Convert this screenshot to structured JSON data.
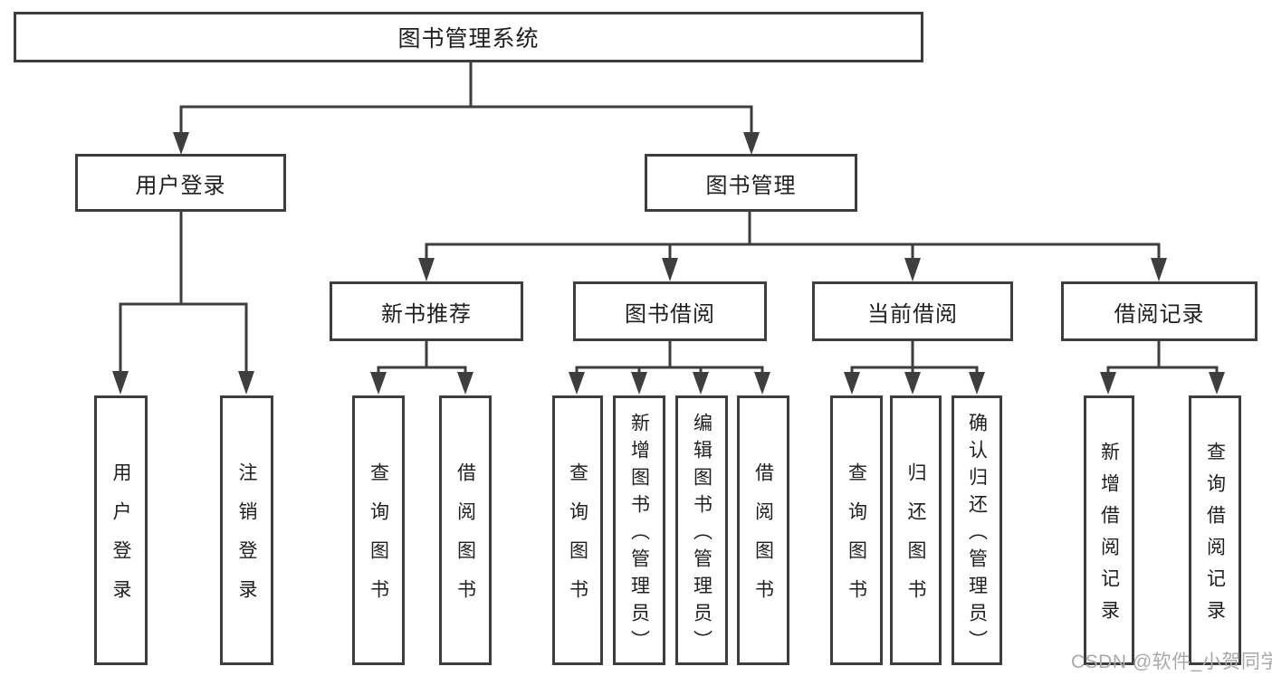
{
  "diagram": {
    "root": {
      "label": "图书管理系统"
    },
    "level2": {
      "user_login": {
        "label": "用户登录"
      },
      "book_mgmt": {
        "label": "图书管理"
      }
    },
    "level3": {
      "new_book": {
        "label": "新书推荐"
      },
      "book_borrow": {
        "label": "图书借阅"
      },
      "current_borrow": {
        "label": "当前借阅"
      },
      "borrow_record": {
        "label": "借阅记录"
      }
    },
    "leaves": {
      "user_login": {
        "label": "用户登录"
      },
      "logout": {
        "label": "注销登录"
      },
      "nb_query": {
        "label": "查询图书"
      },
      "nb_borrow": {
        "label": "借阅图书"
      },
      "bb_query": {
        "label": "查询图书"
      },
      "bb_add": {
        "label": "新增图书（管理员）"
      },
      "bb_edit": {
        "label": "编辑图书（管理员）"
      },
      "bb_borrow": {
        "label": "借阅图书"
      },
      "cb_query": {
        "label": "查询图书"
      },
      "cb_return": {
        "label": "归还图书"
      },
      "cb_confirm": {
        "label": "确认归还（管理员）"
      },
      "br_add": {
        "label": "新增借阅记录"
      },
      "br_query": {
        "label": "查询借阅记录"
      }
    }
  },
  "watermark": {
    "text": "CSDN @软件_小贺同学"
  },
  "colors": {
    "line": "#3e3e3e",
    "text": "#1f1f1f",
    "watermark_text": "#a9a9a9",
    "background": "#ffffff"
  }
}
